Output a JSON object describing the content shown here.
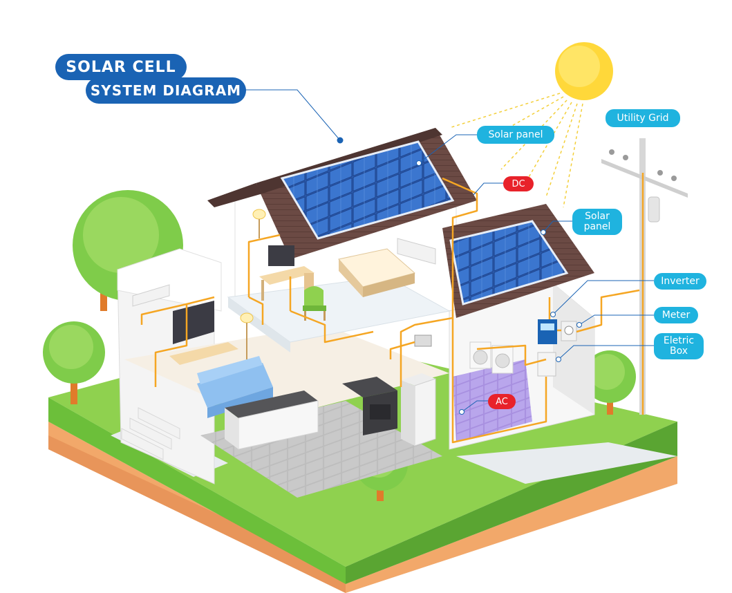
{
  "title": {
    "line1": "SOLAR CELL",
    "line2": "SYSTEM DIAGRAM"
  },
  "labels": {
    "utility_grid": "Utility Grid",
    "solar_panel_top": "Solar panel",
    "dc": "DC",
    "solar_panel_lower": "Solar\npanel",
    "inverter": "Inverter",
    "meter": "Meter",
    "electric_box": "Eletric\nBox",
    "ac": "AC"
  },
  "colors": {
    "title_blue": "#1a63b4",
    "label_cyan": "#1fb3df",
    "warning_red": "#e8222a",
    "wire_orange": "#f5a623",
    "panel_blue": "#2d5fb3",
    "roof_brown": "#6b4a44",
    "grass_green": "#8fd14f",
    "soil_orange": "#f2a86a",
    "sun_yellow": "#ffd83a"
  }
}
